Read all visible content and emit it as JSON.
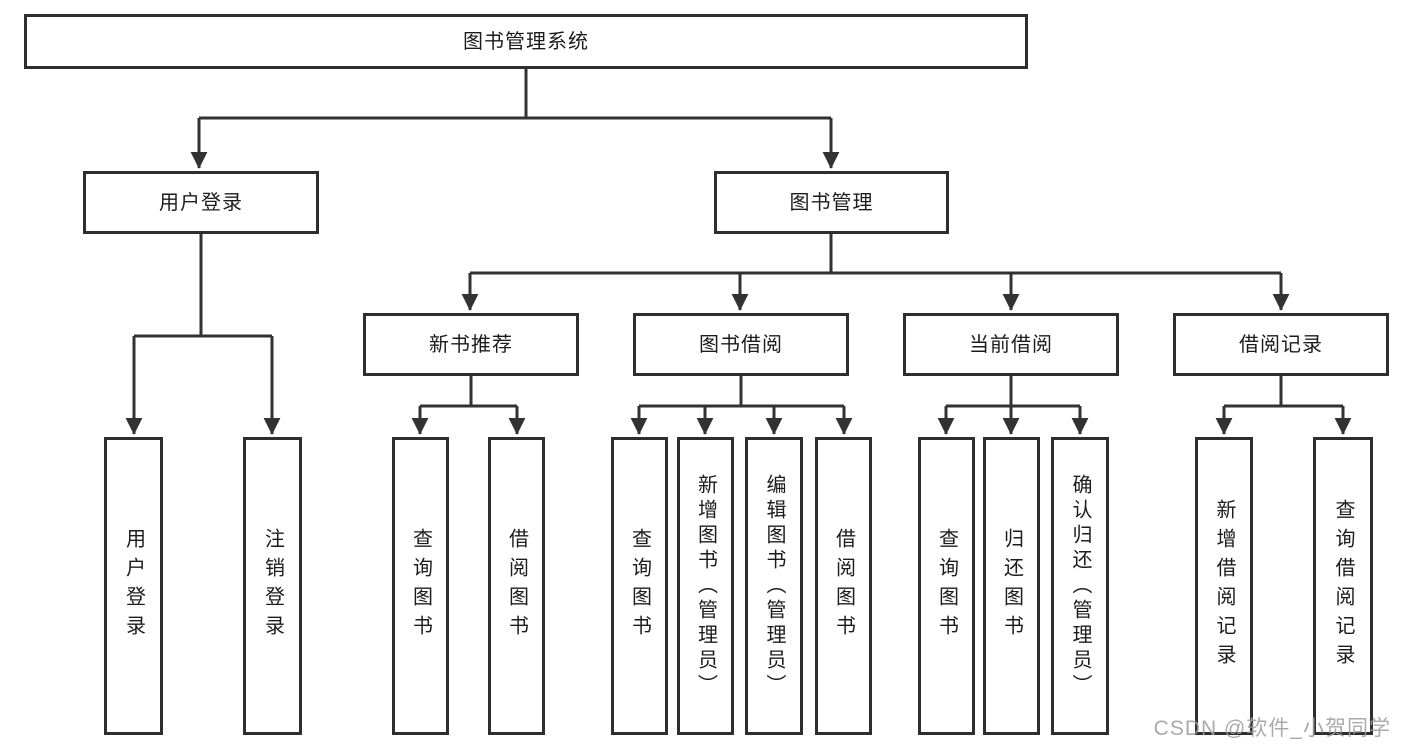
{
  "tree": {
    "root": "图书管理系统",
    "children": [
      {
        "label": "用户登录",
        "children": [
          "用户登录",
          "注销登录"
        ]
      },
      {
        "label": "图书管理",
        "children": [
          {
            "label": "新书推荐",
            "children": [
              "查询图书",
              "借阅图书"
            ]
          },
          {
            "label": "图书借阅",
            "children": [
              "查询图书",
              "新增图书（管理员）",
              "编辑图书（管理员）",
              "借阅图书"
            ]
          },
          {
            "label": "当前借阅",
            "children": [
              "查询图书",
              "归还图书",
              "确认归还（管理员）"
            ]
          },
          {
            "label": "借阅记录",
            "children": [
              "新增借阅记录",
              "查询借阅记录"
            ]
          }
        ]
      }
    ]
  },
  "colors": {
    "line": "#323232",
    "box_border": "#2e2e2e",
    "text": "#1c1c1c",
    "background": "#ffffff",
    "watermark": "#9e9e9e"
  },
  "watermark": {
    "text": "CSDN @软件_小贺同学"
  }
}
